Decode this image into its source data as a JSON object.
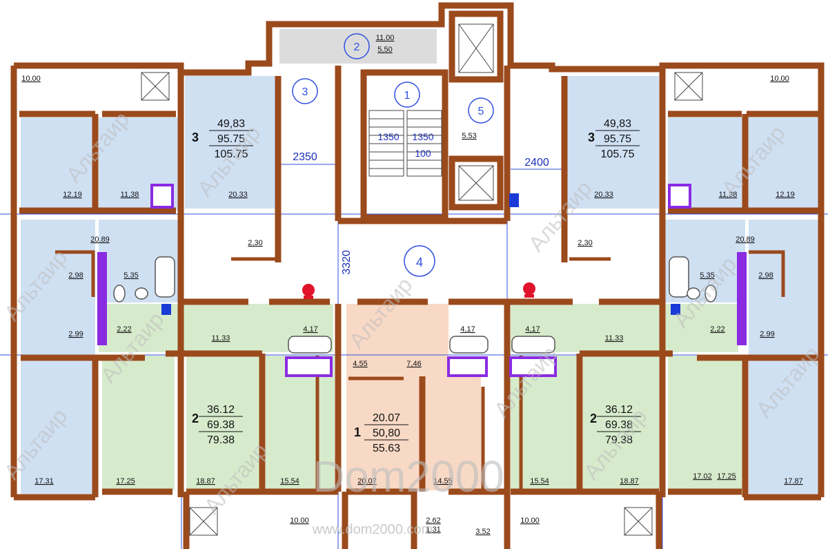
{
  "palette": {
    "wall": "#9b4a1c",
    "room_blue": "#cfe0f3",
    "room_green": "#d6ebcc",
    "room_peach": "#f8d9c6",
    "corridor": "#ffffff",
    "axis": "#2f4fe0",
    "fixture_purple": "#8a2be2",
    "hydrant_red": "#e0142b"
  },
  "zone_markers": [
    "1",
    "2",
    "3",
    "4",
    "5"
  ],
  "dimensions": [
    "2350",
    "2400",
    "3320"
  ],
  "stair_labels": [
    "1350",
    "1350",
    "100"
  ],
  "apartments": [
    {
      "rooms": "3",
      "living": "49,83",
      "total": "95.75",
      "total_with_balcony": "105.75"
    },
    {
      "rooms": "3",
      "living": "49,83",
      "total": "95.75",
      "total_with_balcony": "105.75"
    },
    {
      "rooms": "2",
      "living": "36.12",
      "total": "69.38",
      "total_with_balcony": "79.38"
    },
    {
      "rooms": "1",
      "living": "20.07",
      "total": "50,80",
      "total_with_balcony": "55.63"
    },
    {
      "rooms": "2",
      "living": "36.12",
      "total": "69.38",
      "total_with_balcony": "79.38"
    }
  ],
  "room_areas": [
    "11.00",
    "5,50",
    "10.00",
    "10.00",
    "12.19",
    "11,38",
    "20.33",
    "20.33",
    "11,38",
    "12.19",
    "2,30",
    "2,30",
    "5.53",
    "20.89",
    "20.89",
    "2,98",
    "5.35",
    "5.35",
    "2,98",
    "2.99",
    "2,22",
    "2,22",
    "2.99",
    "11.33",
    "11.33",
    "4,17",
    "4,17",
    "4,17",
    "4.55",
    "7,46",
    "17.31",
    "17.25",
    "18.87",
    "15.54",
    "20.07",
    "14.55",
    "15.54",
    "18.87",
    "17.02",
    "17.25",
    "17.87",
    "10.00",
    "10.00",
    "2.62",
    "1.31",
    "3.52"
  ],
  "watermarks": [
    "Альтаир",
    "Dom2000",
    "www.dom2000.com"
  ],
  "icons": [
    "fire-hydrant-icon",
    "elevator-icon",
    "bathtub-icon",
    "toilet-icon",
    "sink-icon",
    "stove-icon"
  ]
}
